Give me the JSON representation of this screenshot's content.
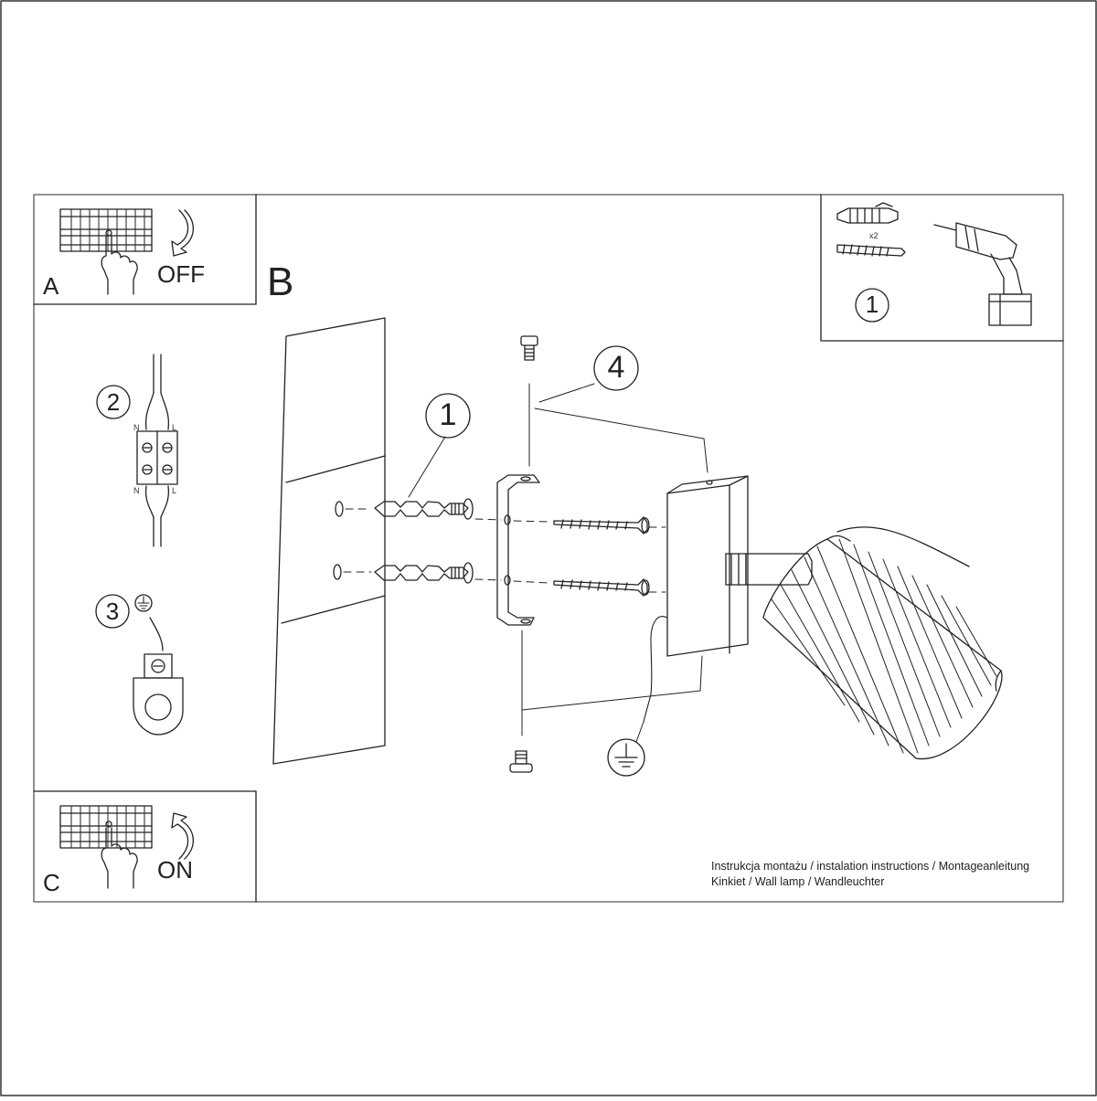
{
  "panels": {
    "a": {
      "letter": "A",
      "action": "OFF"
    },
    "b": {
      "letter": "B"
    },
    "c": {
      "letter": "C",
      "action": "ON"
    }
  },
  "steps": {
    "one_tools": "1",
    "two_wiring": "2",
    "three_ground": "3",
    "one_dowel": "1",
    "four_bracket": "4"
  },
  "tools": {
    "quantity": "x2"
  },
  "wiring": {
    "n_top": "N",
    "l_top": "L",
    "n_bottom": "N",
    "l_bottom": "L"
  },
  "caption": {
    "line1": "Instrukcja montażu / instalation instructions / Montageanleitung",
    "line2": "Kinkiet / Wall lamp / Wandleuchter"
  }
}
